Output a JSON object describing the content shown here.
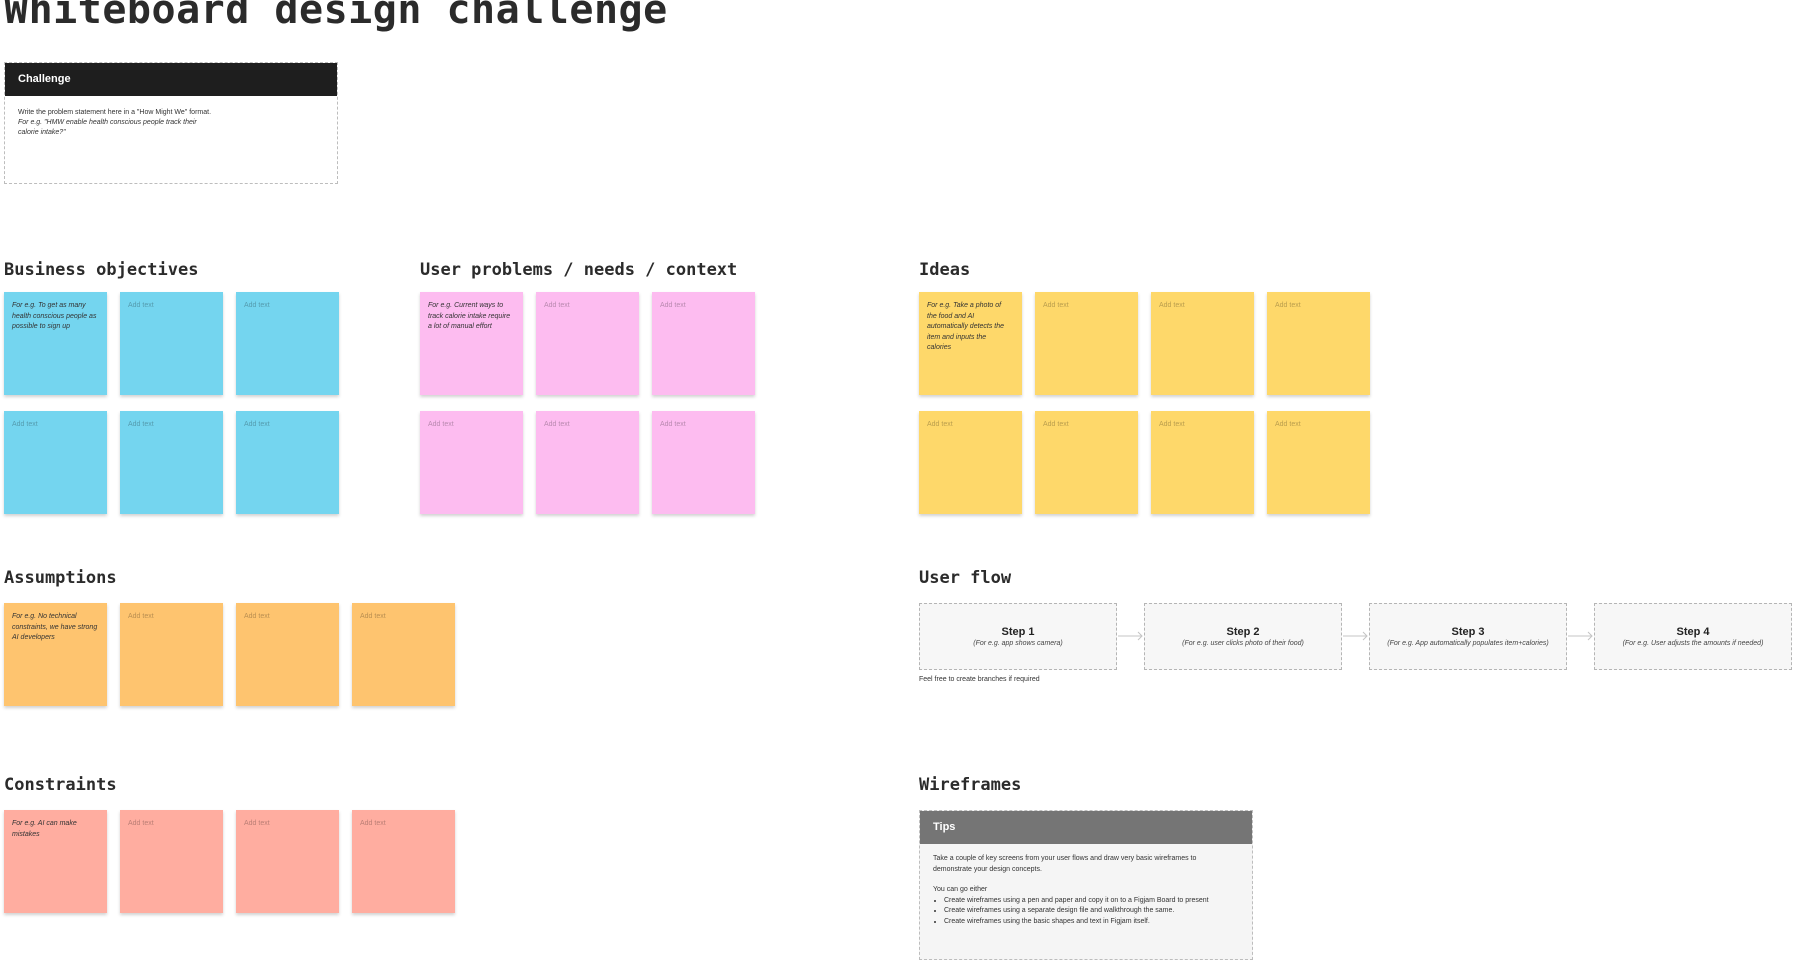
{
  "page_title": "Whiteboard design challenge",
  "challenge": {
    "header": "Challenge",
    "line1": "Write the problem statement here in a \"How Might We\" format.",
    "example": "For e.g. \"HMW enable health conscious people track their calorie intake?\""
  },
  "sections": {
    "business_objectives": "Business objectives",
    "user_problems": "User problems / needs / context",
    "ideas": "Ideas",
    "assumptions": "Assumptions",
    "user_flow": "User flow",
    "constraints": "Constraints",
    "wireframes": "Wireframes"
  },
  "placeholder": "Add text",
  "stickies": {
    "business_objectives_example": "For e.g. To get as many health conscious people as possible to sign up",
    "user_problems_example": "For e.g. Current ways to track calorie intake require a lot of manual effort",
    "ideas_example": "For e.g. Take a photo of the food and AI automatically detects the item and inputs the calories",
    "assumptions_example": "For e.g. No technical constraints, we have strong AI developers",
    "constraints_example": "For e.g. AI can make mistakes"
  },
  "user_flow": {
    "steps": [
      {
        "title": "Step 1",
        "desc": "(For e.g. app shows camera)"
      },
      {
        "title": "Step 2",
        "desc": "(For e.g. user clicks photo of their food)"
      },
      {
        "title": "Step 3",
        "desc": "(For e.g. App automatically populates item+calories)"
      },
      {
        "title": "Step 4",
        "desc": "(For e.g. User adjusts the amounts if needed)"
      }
    ],
    "note": "Feel free to create branches if required"
  },
  "tips": {
    "header": "Tips",
    "intro": "Take a couple of key screens from your user flows and draw very basic wireframes to demonstrate your design concepts.",
    "either": "You can go either",
    "bullets": [
      "Create wireframes using a pen and paper and copy it on to a Figjam Board to present",
      "Create wireframes using a separate design file and walkthrough the same.",
      "Create wireframes using the basic shapes and text in Figjam itself."
    ]
  },
  "colors": {
    "blue": "#74d5ef",
    "pink": "#fdbcf0",
    "yellow": "#fed86a",
    "orange": "#fec46f",
    "salmon": "#ffada0",
    "dark_header": "#1e1e1e",
    "gray_header": "#757575"
  }
}
